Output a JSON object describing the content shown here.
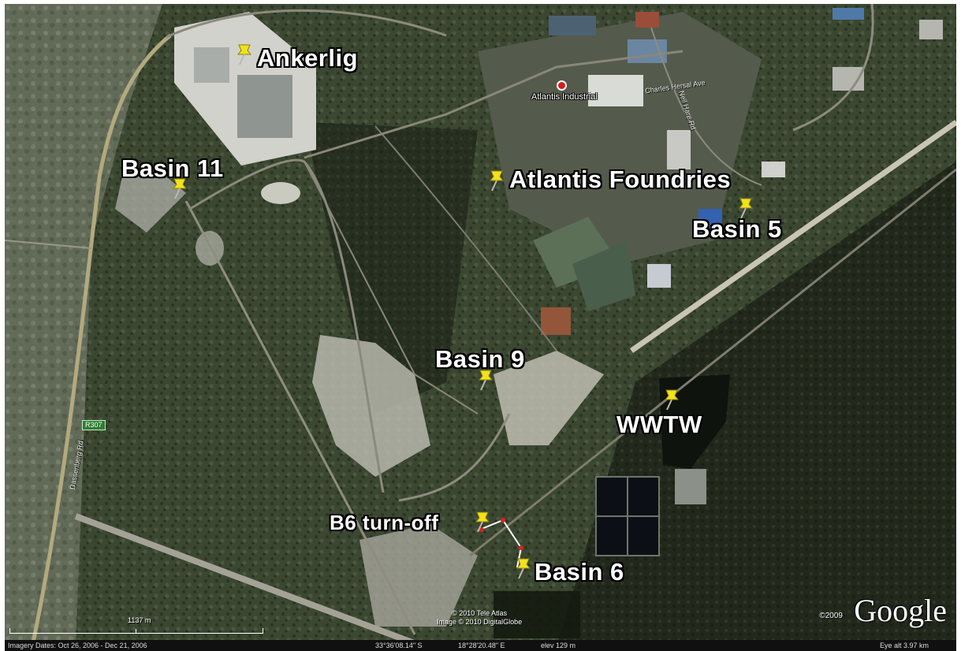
{
  "places": {
    "ankerlig": "Ankerlig",
    "basin_11": "Basin 11",
    "atlantis_foundries": "Atlantis Foundries",
    "basin_5": "Basin 5",
    "basin_9": "Basin 9",
    "wwtw": "WWTW",
    "b6_turnoff": "B6 turn-off",
    "basin_6": "Basin 6"
  },
  "poi": {
    "atlantis_industrial": "Atlantis Industrial"
  },
  "roads": {
    "shield": "R307",
    "label_left": "Dassenberg Rd",
    "label_top": "Charles Hersal Ave",
    "label_right": "Neil Hare Rd"
  },
  "imagery": {
    "copyright_line1": "© 2010 Tele Atlas",
    "copyright_line2": "Image © 2010 DigitalGlobe",
    "google": "Google",
    "google_year": "©2009"
  },
  "scale": {
    "label": "1137 m"
  },
  "status_bar": {
    "imagery_dates": "Imagery Dates: Oct 26, 2006 - Dec 21, 2006",
    "lat": "33°36'08.14\" S",
    "lon": "18°28'20.48\" E",
    "elev": "elev  129 m",
    "eye_alt": "Eye alt    3.97 km"
  },
  "colors": {
    "pin": "#f2e21a",
    "vegetation": "#3a4630",
    "sand": "#c9c7bd",
    "road": "#b9b29a"
  }
}
